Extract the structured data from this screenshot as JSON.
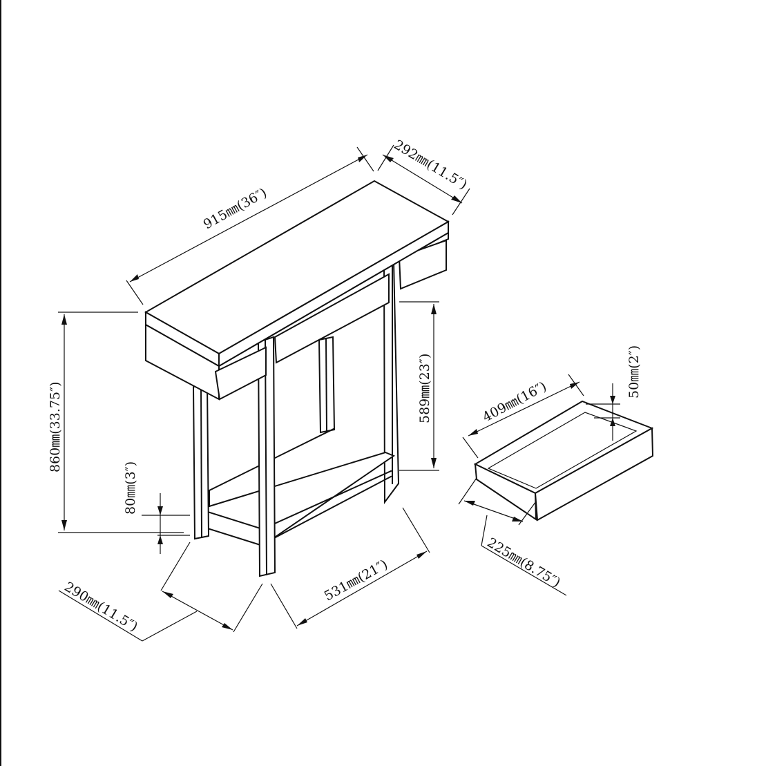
{
  "colors": {
    "line": "#111111",
    "background": "#ffffff"
  },
  "dimensions": {
    "length": "915㎜(36″)",
    "depth_top": "292㎜(11.5″)",
    "height": "860㎜(33.75″)",
    "shelf_height": "589㎜(23″)",
    "shelf_clearance": "80㎜(3″)",
    "depth_base": "290㎜(11.5″)",
    "inner_width": "531㎜(21″)",
    "drawer_length": "409㎜(16″)",
    "drawer_height": "50㎜(2″)",
    "drawer_depth": "225㎜(8.75″)"
  }
}
